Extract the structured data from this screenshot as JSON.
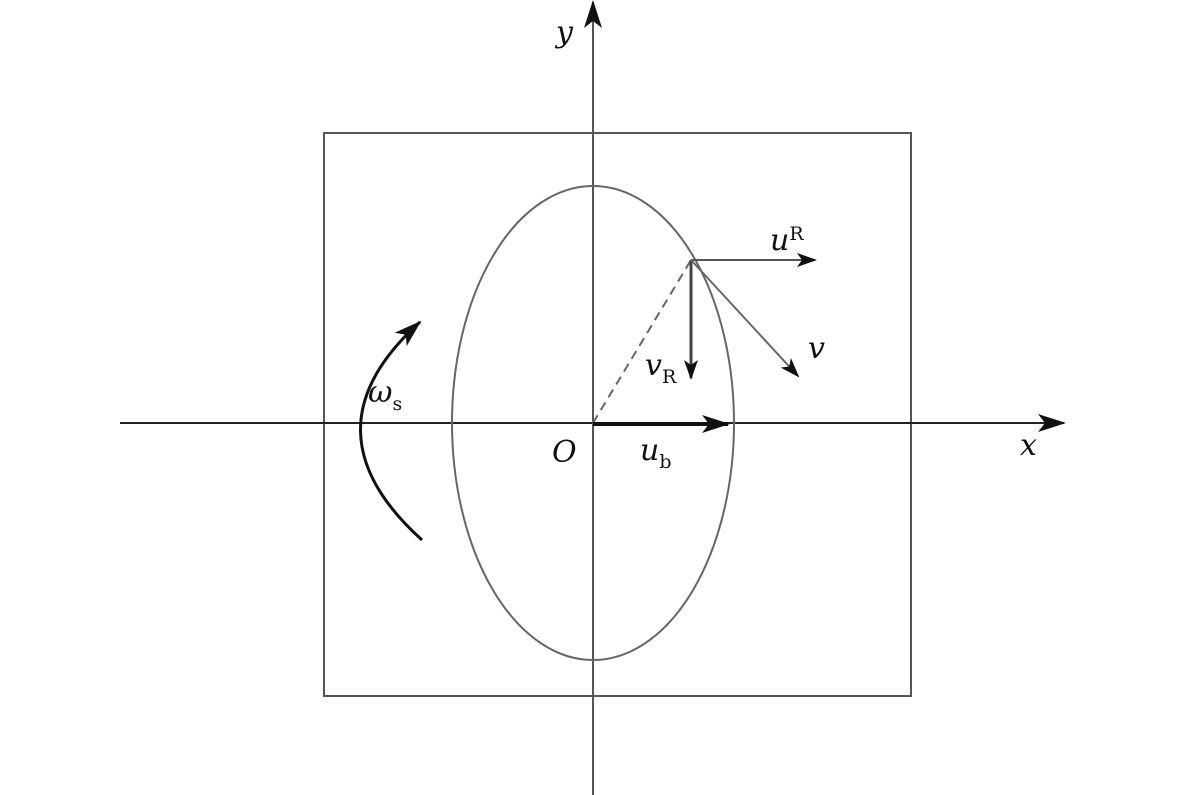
{
  "labels": {
    "y_axis": "y",
    "x_axis": "x",
    "origin": "O",
    "u_r": {
      "main": "u",
      "sub": "R"
    },
    "v_r": {
      "main": "v",
      "sub": "R"
    },
    "v": "v",
    "u_b": {
      "main": "u",
      "sub": "b"
    },
    "omega_s": {
      "main": "ω",
      "sub": "s"
    }
  },
  "colors": {
    "line": "#555555",
    "arrow": "#111111"
  }
}
